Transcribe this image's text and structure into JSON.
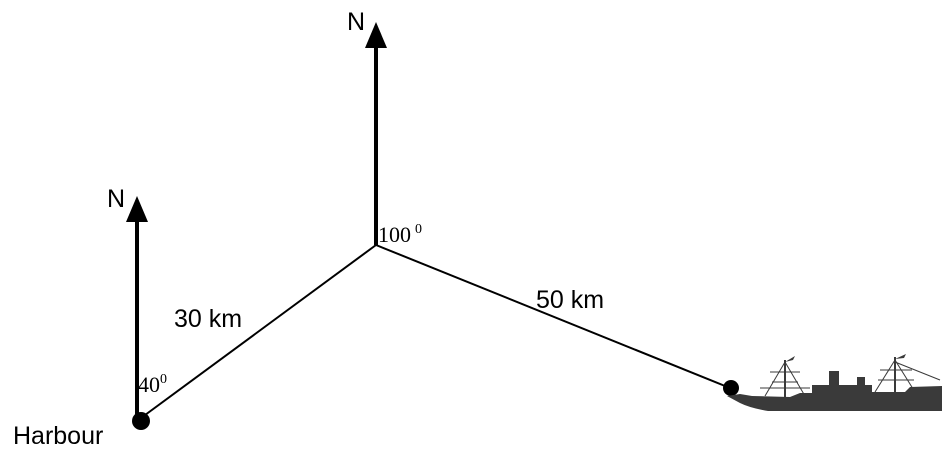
{
  "north_labels": {
    "left": "N",
    "center": "N"
  },
  "points": {
    "harbour": "Harbour"
  },
  "distances": {
    "leg1": "30 km",
    "leg2": "50 km"
  },
  "bearings": {
    "harbour_value": "40",
    "harbour_degree": "0",
    "turn_value": "100",
    "turn_degree": "0"
  },
  "colors": {
    "ink": "#000000",
    "ship": "#3a3a3a",
    "background": "#ffffff"
  },
  "icons": {
    "ship": "ship-icon"
  }
}
